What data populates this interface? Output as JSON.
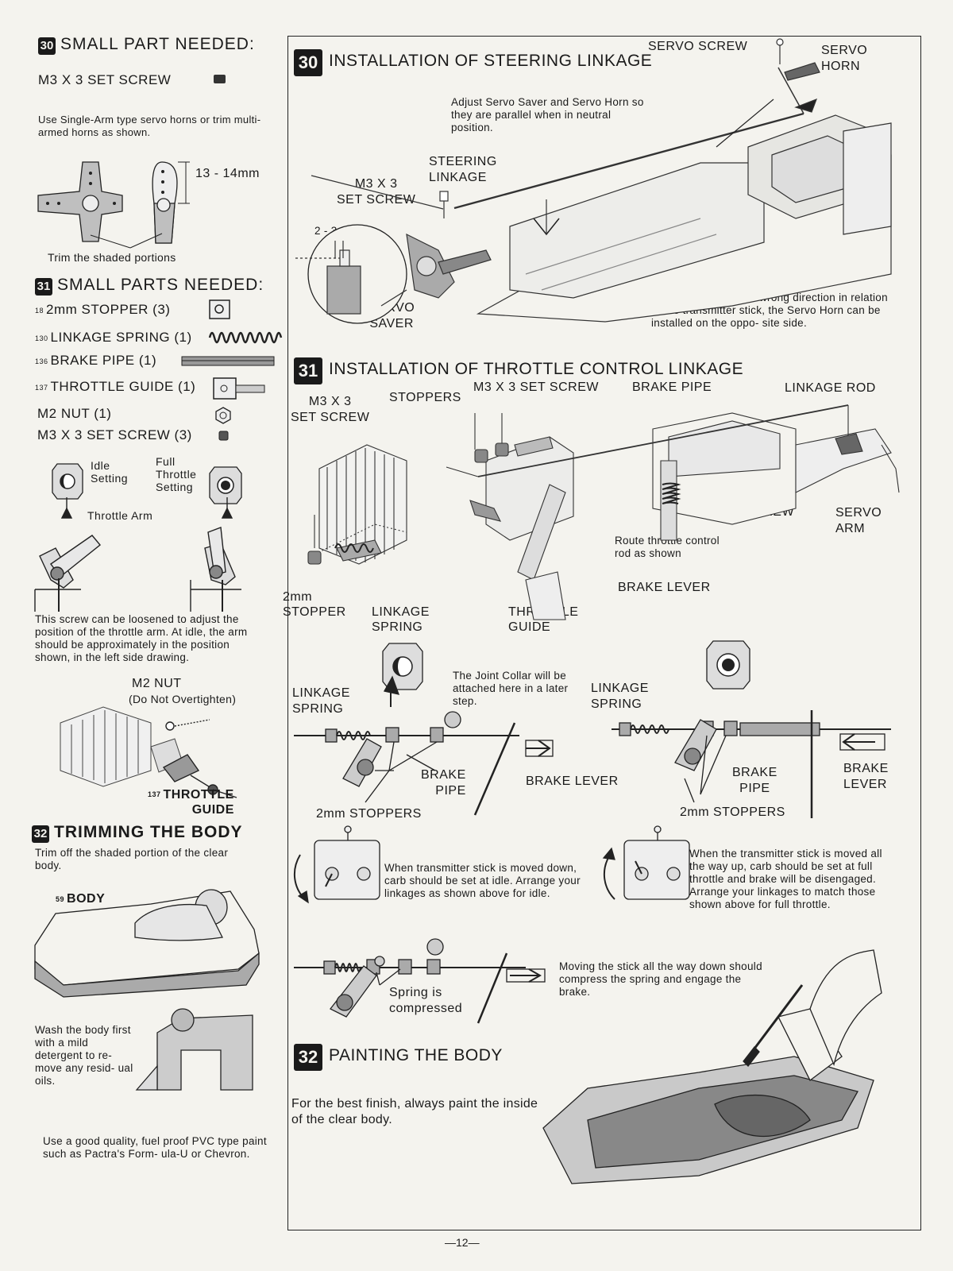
{
  "left": {
    "s30": {
      "num": "30",
      "title": "SMALL PART NEEDED:",
      "part": "M3 X 3 SET SCREW",
      "note": "Use Single-Arm type servo horns or trim multi-armed horns as shown.",
      "dim": "13 - 14mm",
      "trim": "Trim the shaded portions"
    },
    "s31": {
      "num": "31",
      "title": "SMALL PARTS NEEDED:",
      "parts": [
        {
          "idx": "18",
          "label": "2mm STOPPER (3)"
        },
        {
          "idx": "130",
          "label": "LINKAGE SPRING (1)"
        },
        {
          "idx": "136",
          "label": "BRAKE PIPE (1)"
        },
        {
          "idx": "137",
          "label": "THROTTLE GUIDE (1)"
        },
        {
          "idx": "",
          "label": "M2 NUT (1)"
        },
        {
          "idx": "",
          "label": "M3 X 3 SET SCREW (3)"
        }
      ],
      "idle": "Idle\nSetting",
      "full": "Full\nThrottle\nSetting",
      "arm": "Throttle Arm",
      "screw_note": "This screw can be loosened to adjust the position of the throttle arm. At idle, the arm should be approximately in the position shown, in the left side drawing.",
      "nut": "M2 NUT",
      "nut_note": "(Do Not Overtighten)",
      "guide_idx": "137",
      "guide": "THROTTLE\nGUIDE"
    },
    "s32": {
      "num": "32",
      "title": "TRIMMING THE BODY",
      "note": "Trim off the shaded portion of the clear body.",
      "body_idx": "59",
      "body": "BODY",
      "wash": "Wash the body first with a mild detergent to re- move any resid- ual oils.",
      "paint": "Use a good quality, fuel proof PVC type paint such as Pactra's Form- ula-U or Chevron."
    }
  },
  "right": {
    "s30": {
      "num": "30",
      "title": "INSTALLATION OF STEERING LINKAGE",
      "servo_screw": "SERVO SCREW",
      "servo_horn": "SERVO\nHORN",
      "adjust": "Adjust Servo Saver and Servo Horn so they are parallel when in neutral position.",
      "steering": "STEERING\nLINKAGE",
      "setscrew": "M3 X 3\nSET SCREW",
      "gap": "2 - 3mm",
      "saver": "SERVO\nSAVER",
      "wrong": "If the wheels turn the wrong direction in relation to the transmitter stick, the Servo Horn can be installed on the oppo- site side."
    },
    "s31": {
      "num": "31",
      "title": "INSTALLATION OF THROTTLE CONTROL  LINKAGE",
      "setscrew_left": "M3 X 3\nSET SCREW",
      "stoppers": "STOPPERS",
      "setscrew_top": "M3 X 3 SET SCREW",
      "brake_pipe_top": "BRAKE PIPE",
      "linkage_rod": "LINKAGE ROD",
      "screw": "SCREW",
      "servo_arm": "SERVO\nARM",
      "route": "Route throttle control\nrod as shown",
      "brake_lever_top": "BRAKE LEVER",
      "stopper_2mm": "2mm\nSTOPPER",
      "linkage_spring_a": "LINKAGE\nSPRING",
      "throttle_guide": "THROTTLE\nGUIDE",
      "collar": "The Joint Collar will be attached here in a later step.",
      "linkage_spring_l": "LINKAGE\nSPRING",
      "linkage_spring_r": "LINKAGE\nSPRING",
      "brake_pipe_l": "BRAKE\nPIPE",
      "brake_lever_l": "BRAKE LEVER",
      "stoppers_l": "2mm STOPPERS",
      "brake_pipe_r": "BRAKE\nPIPE",
      "brake_lever_r": "BRAKE\nLEVER",
      "stoppers_r": "2mm STOPPERS",
      "idle_text": "When transmitter stick is moved down, carb should be set at idle. Arrange your linkages as shown above for idle.",
      "full_text": "When the transmitter stick is moved all the way up, carb should be set at full throttle and brake will be disengaged. Arrange your linkages to match those shown above for full throttle.",
      "spring_comp": "Spring is\ncompressed",
      "down_text": "Moving the stick all the way down should compress the spring and engage the brake."
    },
    "s32": {
      "num": "32",
      "title": "PAINTING THE BODY",
      "text": "For the best finish, always paint the inside of the clear body."
    }
  },
  "page_number": "—12—"
}
